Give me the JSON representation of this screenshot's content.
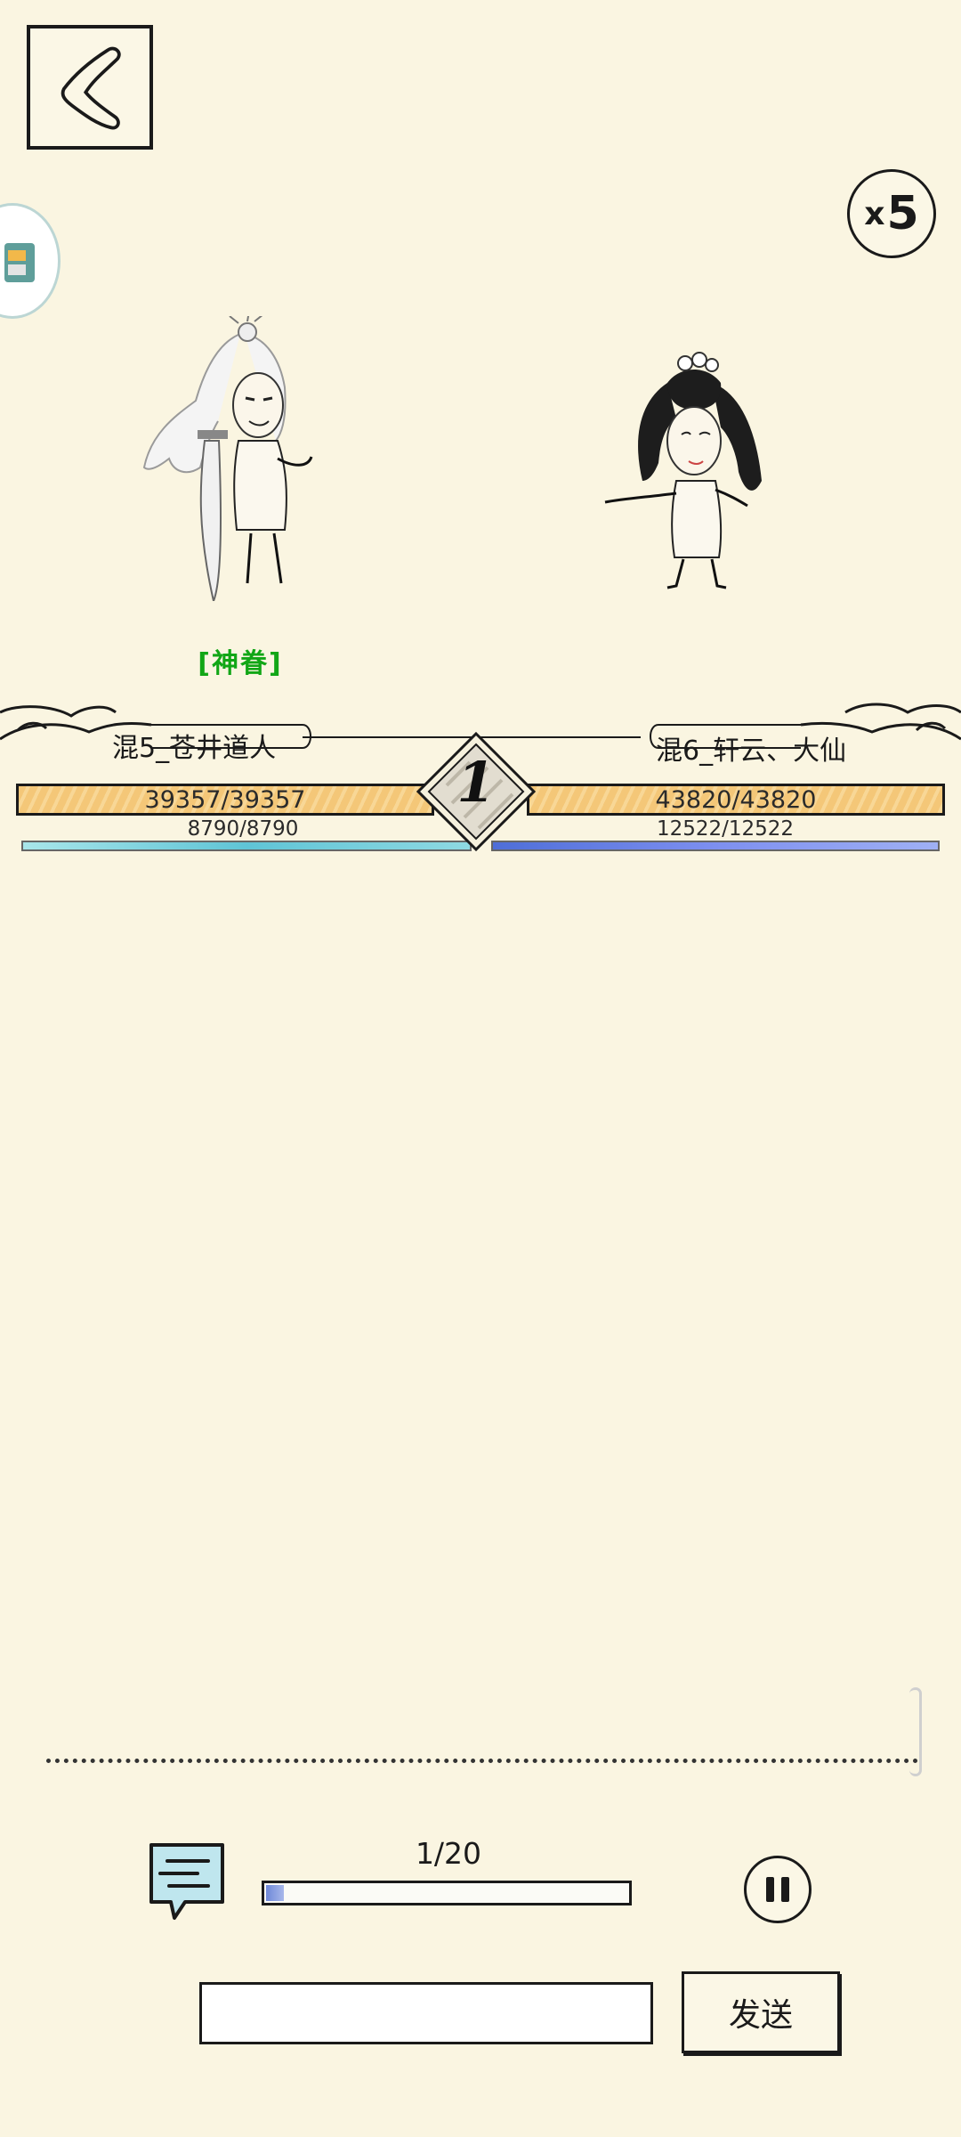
{
  "hud": {
    "speed_multiplier": "5",
    "speed_prefix": "x"
  },
  "left_fighter": {
    "name": "混5_苍井道人",
    "hp": "39357/39357",
    "hp_fraction": 1.0,
    "mp": "8790/8790",
    "mp_fraction": 1.0,
    "buff": "[神眷]",
    "buff_color": "#11a616"
  },
  "right_fighter": {
    "name": "混6_轩云、大仙",
    "hp": "43820/43820",
    "hp_fraction": 1.0,
    "mp": "12522/12522",
    "mp_fraction": 1.0
  },
  "round": {
    "number": "1"
  },
  "battle_progress": {
    "label": "1/20",
    "current": 1,
    "total": 20
  },
  "chat": {
    "input_value": "",
    "send_label": "发送"
  },
  "colors": {
    "background": "#faf5e1",
    "hp_bar": "#f4c778",
    "mp_left": "#5fc4d6",
    "mp_right": "#4e6ed8",
    "progress_fill": "#6e88d8"
  },
  "icons": {
    "back": "back-chevron-icon",
    "chat": "chat-log-icon",
    "pause": "pause-icon"
  }
}
